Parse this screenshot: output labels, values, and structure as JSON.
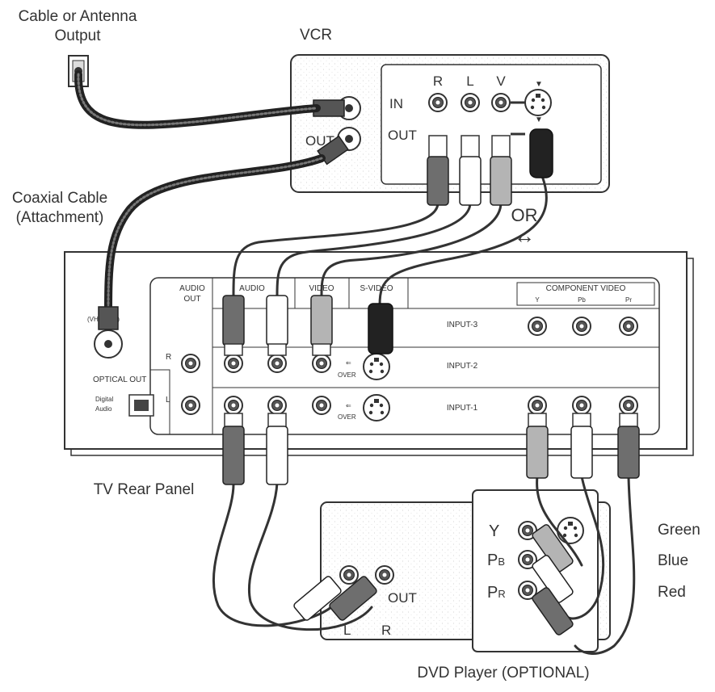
{
  "labels": {
    "antenna_line1": "Cable or Antenna",
    "antenna_line2": "Output",
    "vcr": "VCR",
    "coax_line1": "Coaxial Cable",
    "coax_line2": "(Attachment)",
    "or": "OR",
    "or_arrow": "↔",
    "tv_rear": "TV Rear Panel",
    "dvd": "DVD Player (OPTIONAL)",
    "green": "Green",
    "blue": "Blue",
    "red": "Red"
  },
  "vcr_panel": {
    "col_r": "R",
    "col_l": "L",
    "col_v": "V",
    "row_in": "IN",
    "row_out": "OUT",
    "coax_out": "OUT"
  },
  "tv_panel": {
    "audio_out_line1": "AUDIO",
    "audio_out_line2": "OUT",
    "audio": "AUDIO",
    "video": "VIDEO",
    "svideo": "S-VIDEO",
    "component": "COMPONENT VIDEO",
    "comp_y": "Y",
    "comp_pb": "Pb",
    "comp_pr": "Pr",
    "input3": "INPUT-3",
    "input2": "INPUT-2",
    "input1": "INPUT-1",
    "over1": "OVER",
    "over2": "OVER",
    "optical_out": "OPTICAL OUT",
    "digital_line1": "Digital",
    "digital_line2": "Audio",
    "r": "R",
    "l": "L",
    "vhf_uhf": "(VHF/UHF)"
  },
  "dvd_panel": {
    "y": "Y",
    "pb_main": "P",
    "pb_sub": "B",
    "pr_main": "P",
    "pr_sub": "R",
    "out": "OUT",
    "l": "L",
    "r": "R"
  },
  "colors": {
    "cable_dark": "#2a2a2a",
    "plug_red": "#6e6e6e",
    "plug_white": "#ffffff",
    "plug_yellow": "#b4b4b4",
    "panel_stroke": "#3a3a3a"
  }
}
